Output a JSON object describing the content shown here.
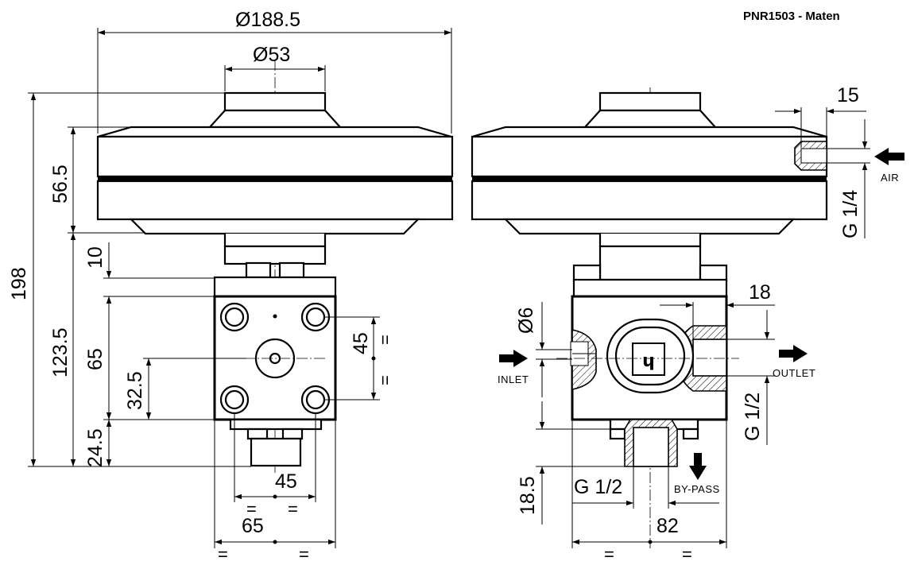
{
  "title": "PNR1503 - Maten",
  "front_view": {
    "dia_outer": "Ø188.5",
    "dia_inner": "Ø53",
    "h_total": "198",
    "h_actuator": "56.5",
    "h_lower": "123.5",
    "h_10": "10",
    "h_65": "65",
    "h_32_5": "32.5",
    "h_24_5": "24.5",
    "w_45_vertical": "45",
    "w_45_bottom": "45",
    "w_65_bottom": "65",
    "equal_sign": "="
  },
  "side_view": {
    "dim_15": "15",
    "thread_air": "G 1/4",
    "air_label": "AIR",
    "dim_18": "18",
    "dia_6": "Ø6",
    "inlet_label": "INLET",
    "outlet_label": "OUTLET",
    "thread_outlet": "G 1/2",
    "thread_bypass": "G 1/2",
    "bypass_label": "BY-PASS",
    "dim_18_5": "18.5",
    "w_82": "82",
    "equal_sign": "="
  }
}
